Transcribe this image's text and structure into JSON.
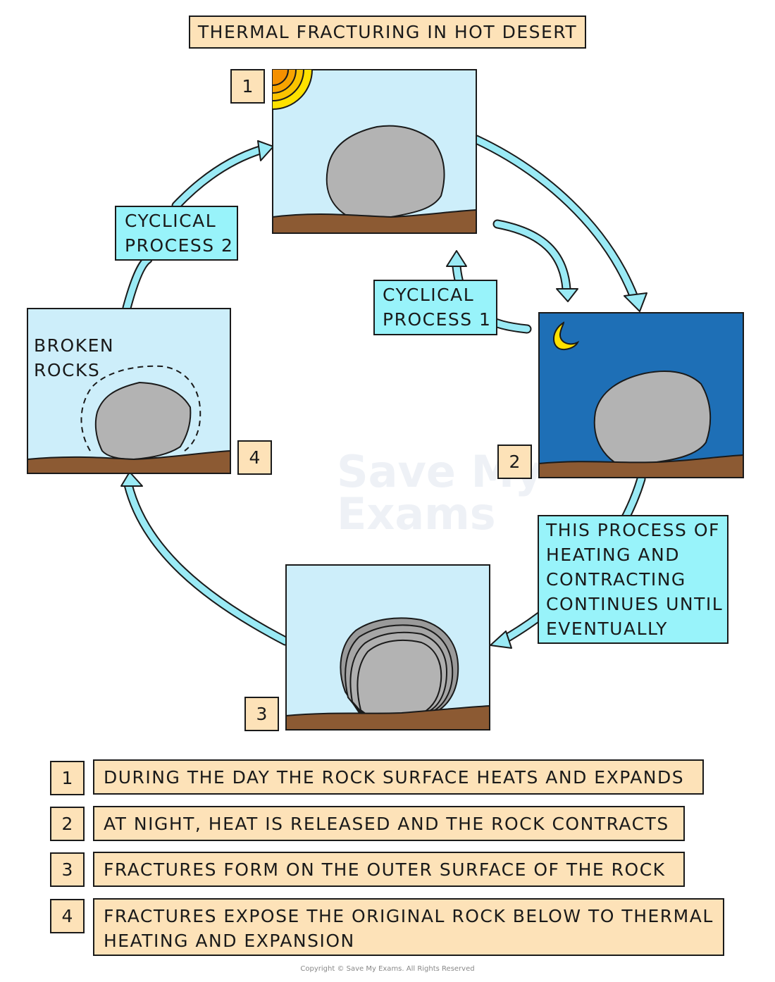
{
  "title": "THERMAL FRACTURING IN HOT DESERT",
  "cyclical_process_1": [
    "CYCLICAL",
    "PROCESS 1"
  ],
  "cyclical_process_2": [
    "CYCLICAL",
    "PROCESS 2"
  ],
  "continue_note": [
    "THIS PROCESS OF",
    "HEATING AND",
    "CONTRACTING",
    "CONTINUES UNTIL",
    "EVENTUALLY"
  ],
  "broken_rocks": [
    "BROKEN",
    "ROCKS"
  ],
  "panels": [
    {
      "number": "1",
      "sky": "day",
      "icon": "sun-icon"
    },
    {
      "number": "2",
      "sky": "night",
      "icon": "moon-icon"
    },
    {
      "number": "3",
      "sky": "day",
      "icon": "fractured-rock"
    },
    {
      "number": "4",
      "sky": "day",
      "icon": "broken-rock"
    }
  ],
  "steps": [
    {
      "number": "1",
      "text": [
        "DURING THE DAY THE ROCK SURFACE HEATS AND EXPANDS"
      ]
    },
    {
      "number": "2",
      "text": [
        "AT NIGHT, HEAT IS RELEASED AND THE ROCK CONTRACTS"
      ]
    },
    {
      "number": "3",
      "text": [
        "FRACTURES FORM ON THE OUTER SURFACE OF THE ROCK"
      ]
    },
    {
      "number": "4",
      "text": [
        "FRACTURES EXPOSE THE ORIGINAL ROCK BELOW TO THERMAL",
        "HEATING AND EXPANSION"
      ]
    }
  ],
  "watermark": [
    "Save My",
    "Exams"
  ],
  "copyright": "Copyright © Save My Exams. All Rights Reserved",
  "colors": {
    "day_sky": "#cdeefa",
    "night_sky": "#1e6fb6",
    "ground": "#8c5a33",
    "rock": "#b3b3b3",
    "arrow": "#9aeaf5",
    "label_tan": "#fde2b8",
    "label_cyan": "#98f3fa",
    "sun": "#f7a400",
    "moon": "#ffe100"
  }
}
